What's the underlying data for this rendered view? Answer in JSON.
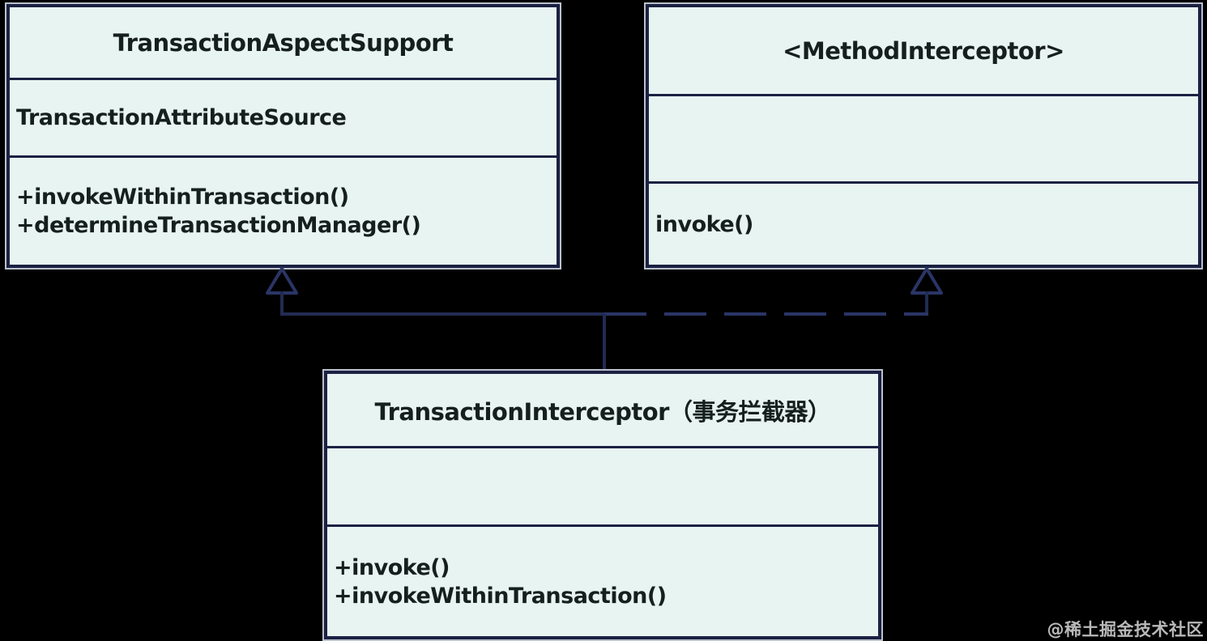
{
  "colors": {
    "background": "#000000",
    "box_fill": "#e8f4f1",
    "box_border": "#1b2142",
    "box_outer_edge": "#bac1cc",
    "text": "#15201e",
    "connector": "#222b52"
  },
  "classes": {
    "aspect_support": {
      "title": "TransactionAspectSupport",
      "attribute": "TransactionAttributeSource",
      "method_1": "+invokeWithinTransaction()",
      "method_2": "+determineTransactionManager()"
    },
    "method_interceptor": {
      "title": "<MethodInterceptor>",
      "attribute": "",
      "method_1": "invoke()"
    },
    "transaction_interceptor": {
      "title": "TransactionInterceptor（事务拦截器）",
      "attribute": "",
      "method_1": "+invoke()",
      "method_2": "+invokeWithinTransaction()"
    }
  },
  "relationships": [
    {
      "from": "TransactionInterceptor",
      "to": "TransactionAspectSupport",
      "type": "generalization",
      "line_style": "solid",
      "arrow": "hollow-triangle"
    },
    {
      "from": "TransactionInterceptor",
      "to": "MethodInterceptor",
      "type": "realization",
      "line_style": "dashed",
      "arrow": "hollow-triangle"
    }
  ],
  "watermark": {
    "text": "@稀土掘金技术社区"
  }
}
